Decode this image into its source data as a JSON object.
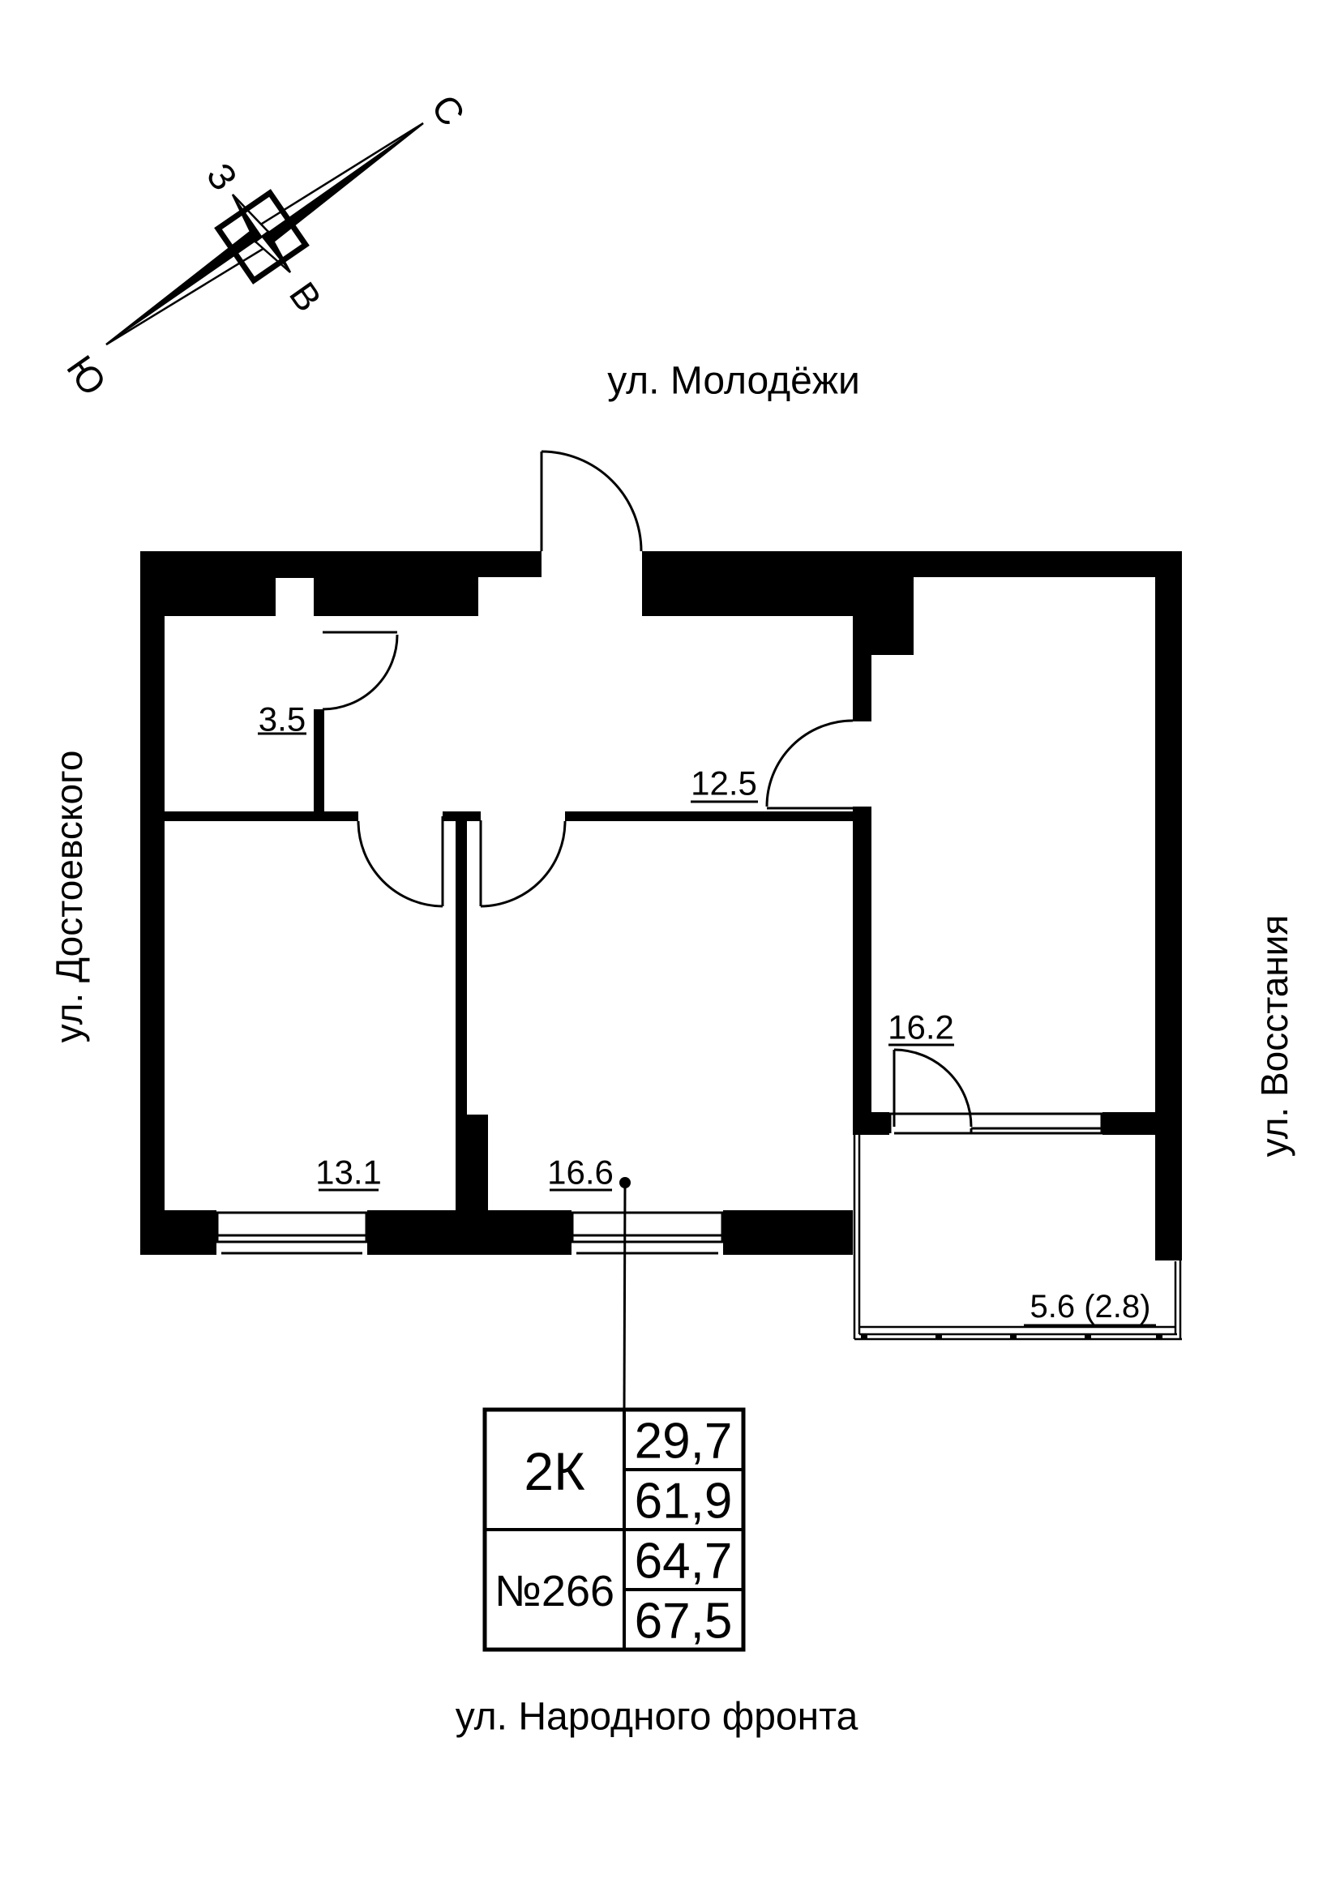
{
  "compass": {
    "north": "С",
    "west": "З",
    "east": "В",
    "south": "Ю"
  },
  "streets": {
    "top": "ул. Молодёжи",
    "left": "ул. Достоевского",
    "right": "ул. Восстания",
    "bottom": "ул. Народного фронта"
  },
  "plan": {
    "rooms": [
      {
        "name": "storage",
        "area": "3.5"
      },
      {
        "name": "hallway",
        "area": "12.5"
      },
      {
        "name": "room-13-1",
        "area": "13.1"
      },
      {
        "name": "room-16-6",
        "area": "16.6"
      },
      {
        "name": "kitchen-16-2",
        "area": "16.2"
      },
      {
        "name": "balcony",
        "area": "5.6 (2.8)"
      }
    ]
  },
  "info_table": {
    "left_cells": [
      "2К",
      "№266"
    ],
    "right_cells": [
      "29,7",
      "61,9",
      "64,7",
      "67,5"
    ]
  },
  "colors": {
    "wall": "#000000",
    "background": "#ffffff"
  }
}
